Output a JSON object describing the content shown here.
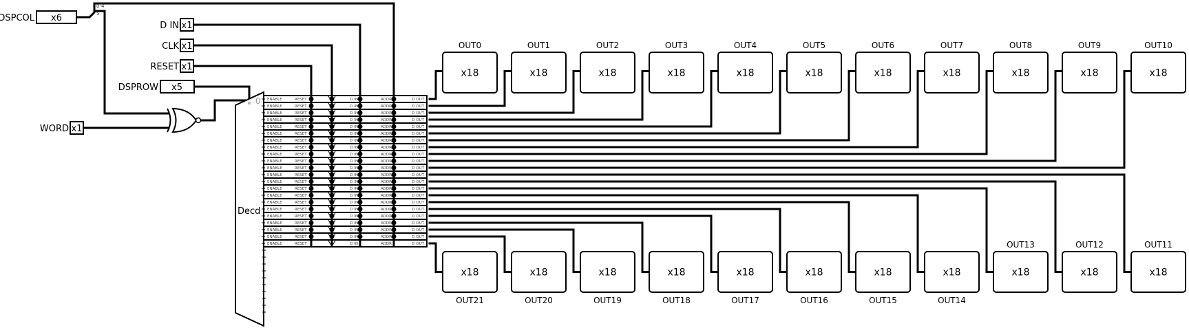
{
  "inputs": [
    {
      "name": "DSPCOL",
      "width": "x6"
    },
    {
      "name": "D IN",
      "width": "x1"
    },
    {
      "name": "CLK",
      "width": "x1"
    },
    {
      "name": "RESET",
      "width": "x1"
    },
    {
      "name": "DSPROW",
      "width": "x5"
    },
    {
      "name": "WORD",
      "width": "x1"
    }
  ],
  "splitter": {
    "bits_high": "0-4",
    "bits_low": "5"
  },
  "gate": {
    "type": "XNOR"
  },
  "decoder": {
    "label": "Decd",
    "select_label": "0"
  },
  "row_pins": {
    "enable": "ENABLE",
    "reset": "RESET",
    "din": "D IN",
    "addr": "ADDR",
    "dout": "D OUT"
  },
  "row_count": 22,
  "outputs_top": [
    {
      "name": "OUT0",
      "width": "x18"
    },
    {
      "name": "OUT1",
      "width": "x18"
    },
    {
      "name": "OUT2",
      "width": "x18"
    },
    {
      "name": "OUT3",
      "width": "x18"
    },
    {
      "name": "OUT4",
      "width": "x18"
    },
    {
      "name": "OUT5",
      "width": "x18"
    },
    {
      "name": "OUT6",
      "width": "x18"
    },
    {
      "name": "OUT7",
      "width": "x18"
    },
    {
      "name": "OUT8",
      "width": "x18"
    },
    {
      "name": "OUT9",
      "width": "x18"
    },
    {
      "name": "OUT10",
      "width": "x18"
    }
  ],
  "outputs_bottom": [
    {
      "name": "OUT21",
      "width": "x18"
    },
    {
      "name": "OUT20",
      "width": "x18"
    },
    {
      "name": "OUT19",
      "width": "x18"
    },
    {
      "name": "OUT18",
      "width": "x18"
    },
    {
      "name": "OUT17",
      "width": "x18"
    },
    {
      "name": "OUT16",
      "width": "x18"
    },
    {
      "name": "OUT15",
      "width": "x18"
    },
    {
      "name": "OUT14",
      "width": "x18"
    },
    {
      "name": "OUT13",
      "width": "x18"
    },
    {
      "name": "OUT12",
      "width": "x18"
    },
    {
      "name": "OUT11",
      "width": "x18"
    }
  ],
  "bottom_labels_below": [
    "OUT21",
    "OUT20",
    "OUT19",
    "OUT18",
    "OUT17",
    "OUT16",
    "OUT15",
    "OUT14"
  ],
  "bottom_labels_above": [
    "OUT13",
    "OUT12",
    "OUT11"
  ]
}
